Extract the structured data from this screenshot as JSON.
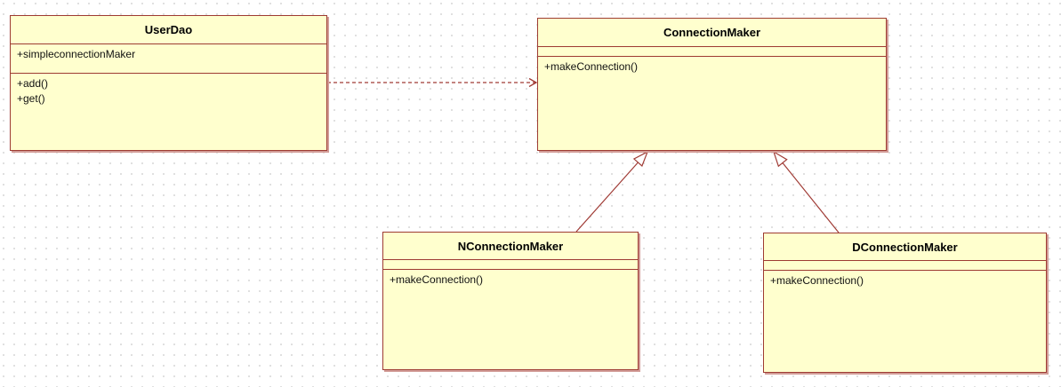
{
  "diagram": {
    "type": "uml-class-diagram",
    "classes": [
      {
        "name": "UserDao",
        "attributes": [
          "+simpleconnectionMaker"
        ],
        "methods": [
          "+add()",
          "+get()"
        ]
      },
      {
        "name": "ConnectionMaker",
        "attributes": [],
        "methods": [
          "+makeConnection()"
        ]
      },
      {
        "name": "NConnectionMaker",
        "attributes": [],
        "methods": [
          "+makeConnection()"
        ]
      },
      {
        "name": "DConnectionMaker",
        "attributes": [],
        "methods": [
          "+makeConnection()"
        ]
      }
    ],
    "relationships": [
      {
        "type": "dependency",
        "from": "UserDao",
        "to": "ConnectionMaker",
        "line": "dashed",
        "arrowhead": "open"
      },
      {
        "type": "generalization",
        "from": "NConnectionMaker",
        "to": "ConnectionMaker",
        "line": "solid",
        "arrowhead": "hollow-triangle"
      },
      {
        "type": "generalization",
        "from": "DConnectionMaker",
        "to": "ConnectionMaker",
        "line": "solid",
        "arrowhead": "hollow-triangle"
      }
    ],
    "colors": {
      "class_fill": "#FFFFCE",
      "class_border": "#9E3B32",
      "edge": "#A03B35",
      "shadow": "#D29C97",
      "grid_dot": "#D8D8D8",
      "background": "#FFFFFF",
      "text": "#111111"
    }
  }
}
